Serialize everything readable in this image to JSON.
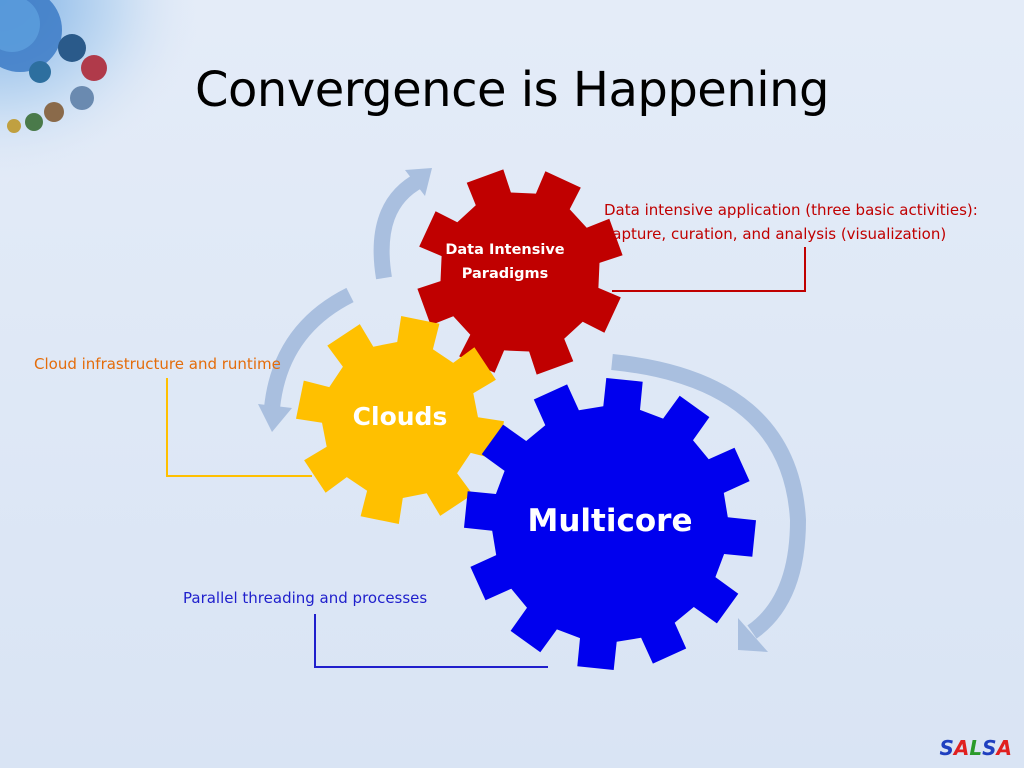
{
  "title": "Convergence is Happening",
  "gears": {
    "data": {
      "label_line1": "Data Intensive",
      "label_line2": "Paradigms",
      "color": "#c00000"
    },
    "clouds": {
      "label": "Clouds",
      "color": "#ffc000"
    },
    "multicore": {
      "label": "Multicore",
      "color": "#0000ee"
    }
  },
  "notes": {
    "data_line1": "Data intensive application (three basic activities):",
    "data_line2": "capture, curation, and analysis (visualization)",
    "clouds": "Cloud infrastructure and runtime",
    "multicore": "Parallel threading and processes"
  },
  "colors": {
    "note_red": "#c00000",
    "note_orange": "#e46c0a",
    "note_blue": "#1f1fcc",
    "arrow": "#a9bfdf",
    "background": "#dfe8f6"
  },
  "logo": {
    "letters": [
      "S",
      "A",
      "L",
      "S",
      "A"
    ],
    "colors": [
      "#1f3fbf",
      "#e02020",
      "#2a9a2a",
      "#1f3fbf",
      "#e02020"
    ]
  }
}
